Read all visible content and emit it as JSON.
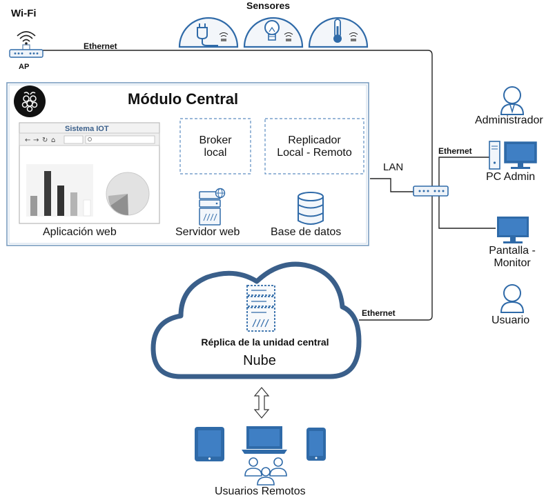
{
  "labels": {
    "wifi": "Wi-Fi",
    "ap": "AP",
    "sensores": "Sensores",
    "ethernet_top": "Ethernet",
    "ethernet_mid": "Ethernet",
    "ethernet_bottom": "Ethernet",
    "lan": "LAN"
  },
  "modulo": {
    "title": "Módulo Central",
    "browser_title": "Sistema IOT",
    "app_label": "Aplicación web",
    "broker": [
      "Broker",
      "local"
    ],
    "replicador": [
      "Replicador",
      "Local - Remoto"
    ],
    "server_label": "Servidor web",
    "db_label": "Base de datos"
  },
  "right": {
    "admin": "Administrador",
    "pc_admin": "PC Admin",
    "pantalla": [
      "Pantalla -",
      "Monitor"
    ],
    "usuario": "Usuario"
  },
  "cloud": {
    "replica": "Réplica de la unidad central",
    "nube": "Nube"
  },
  "remote": {
    "label": "Usuarios Remotos"
  },
  "colors": {
    "blue": "#2f6aa8",
    "dark_blue": "#3a5f8a",
    "gray_bar": "#9a9a9a",
    "dark_bar": "#333333"
  }
}
